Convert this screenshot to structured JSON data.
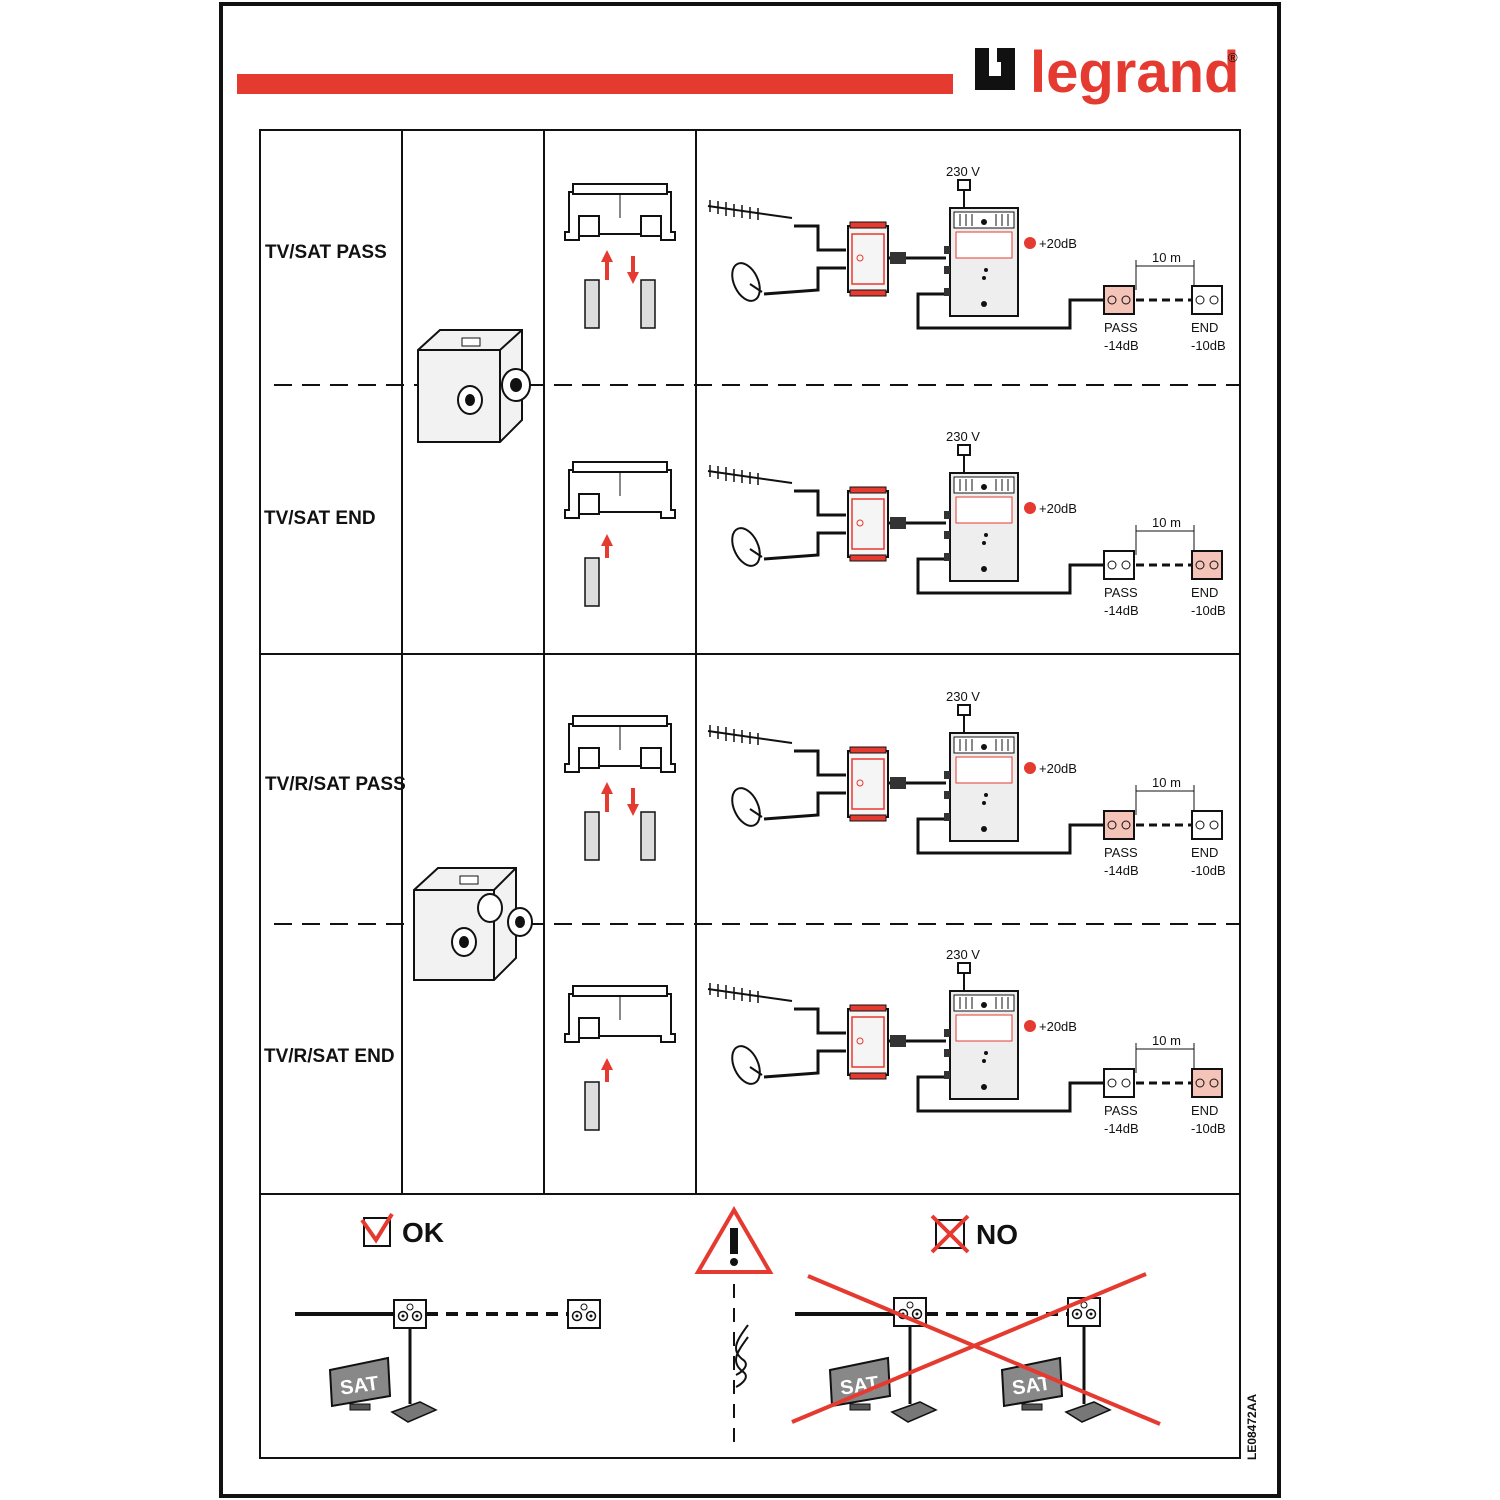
{
  "brand": {
    "name": "legrand",
    "registered": "®"
  },
  "doc_code": "LE08472AA",
  "colors": {
    "accent": "#e53a30",
    "pink": "#f4c4b8",
    "ink": "#111111"
  },
  "rows": [
    {
      "label": "TV/SAT PASS",
      "voltage": "230 V",
      "gain": "+20dB",
      "distance": "10 m",
      "pass_label": "PASS",
      "pass_db": "-14dB",
      "end_label": "END",
      "end_db": "-10dB"
    },
    {
      "label": "TV/SAT END",
      "voltage": "230 V",
      "gain": "+20dB",
      "distance": "10 m",
      "pass_label": "PASS",
      "pass_db": "-14dB",
      "end_label": "END",
      "end_db": "-10dB"
    },
    {
      "label": "TV/R/SAT PASS",
      "voltage": "230 V",
      "gain": "+20dB",
      "distance": "10 m",
      "pass_label": "PASS",
      "pass_db": "-14dB",
      "end_label": "END",
      "end_db": "-10dB"
    },
    {
      "label": "TV/R/SAT END",
      "voltage": "230 V",
      "gain": "+20dB",
      "distance": "10 m",
      "pass_label": "PASS",
      "pass_db": "-14dB",
      "end_label": "END",
      "end_db": "-10dB"
    }
  ],
  "bottom": {
    "ok_label": "OK",
    "no_label": "NO",
    "sat_label": "SAT"
  }
}
